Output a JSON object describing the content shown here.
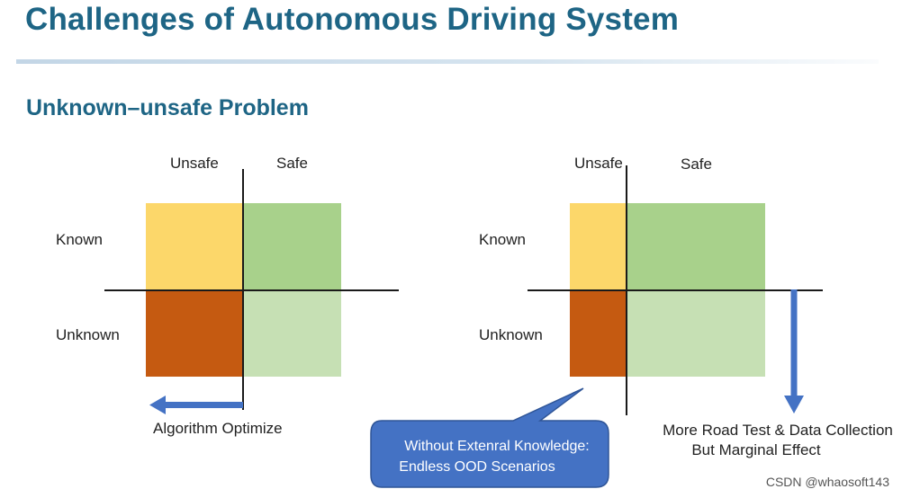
{
  "title": "Challenges of Autonomous Driving System",
  "subtitle": "Unknown–unsafe Problem",
  "left_diagram": {
    "col_unsafe": "Unsafe",
    "col_safe": "Safe",
    "row_known": "Known",
    "row_unknown": "Unknown",
    "arrow_caption": "Algorithm Optimize"
  },
  "right_diagram": {
    "col_unsafe": "Unsafe",
    "col_safe": "Safe",
    "row_known": "Known",
    "row_unknown": "Unknown",
    "arrow_caption_line1": "More Road Test & Data Collection",
    "arrow_caption_line2": "But Marginal Effect"
  },
  "callout": {
    "line1": "Without Extenral Knowledge:",
    "line2": "Endless OOD Scenarios"
  },
  "watermark": "CSDN @whaosoft143",
  "colors": {
    "known_unsafe": "#fcd76a",
    "known_safe": "#a8d18b",
    "unknown_unsafe": "#c55a11",
    "unknown_safe": "#c6e0b4",
    "arrow": "#4472c4",
    "callout_fill": "#4472c4",
    "heading": "#1e6585"
  }
}
